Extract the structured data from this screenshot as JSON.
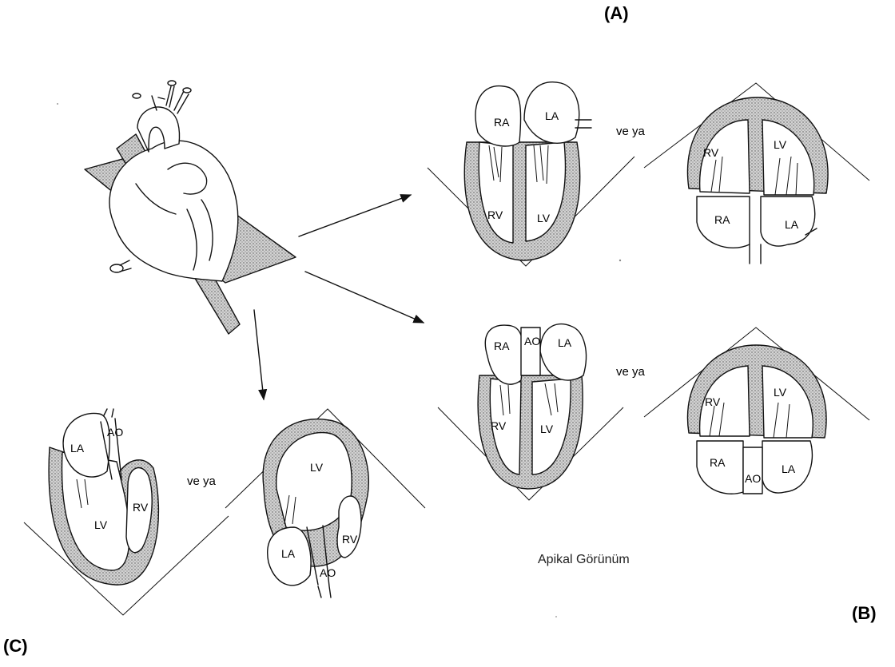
{
  "panels": {
    "a": "(A)",
    "b": "(B)",
    "c": "(C)"
  },
  "connector": "ve ya",
  "caption": "Apikal Görünüm",
  "chamber_labels": {
    "ra": "RA",
    "la": "LA",
    "rv": "RV",
    "lv": "LV",
    "ao": "AO"
  }
}
